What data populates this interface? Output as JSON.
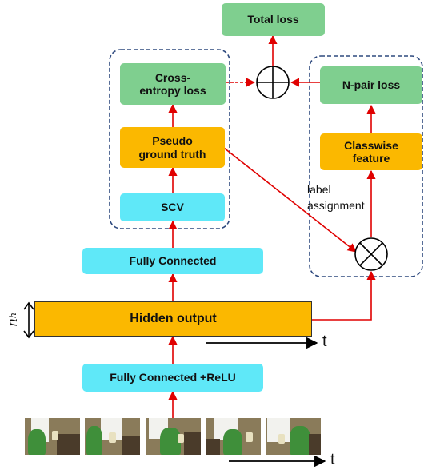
{
  "nodes": {
    "total_loss": "Total loss",
    "cross_entropy_loss": "Cross-\nentropy loss",
    "npair_loss": "N-pair loss",
    "pseudo_ground_truth": "Pseudo\nground truth",
    "classwise_feature": "Classwise\nfeature",
    "scv": "SCV",
    "fully_connected": "Fully Connected",
    "hidden_output": "Hidden output",
    "fc_relu": "Fully Connected +ReLU"
  },
  "labels": {
    "label_assignment": "label\nassignment",
    "t_hidden": "t",
    "t_frames": "t",
    "nh_var": "n",
    "nh_sub": "h"
  },
  "colors": {
    "green": "#7fcf8f",
    "yellow": "#fbb800",
    "cyan": "#5fe8f8",
    "arrow": "#e00000",
    "dashed_frame": "#2f4a7f"
  },
  "frames": {
    "count": 5
  }
}
